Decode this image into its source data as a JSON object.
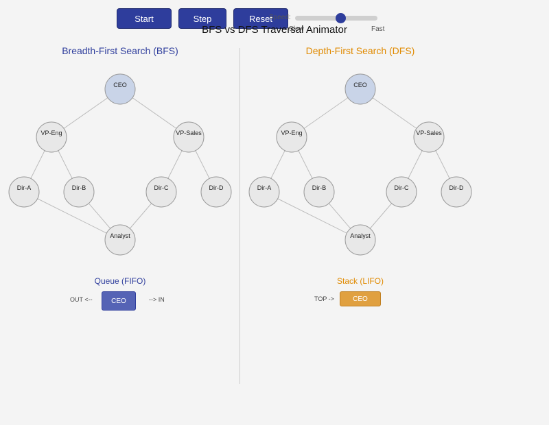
{
  "controls": {
    "start_label": "Start",
    "step_label": "Step",
    "reset_label": "Reset",
    "speed_label": "Speed:",
    "slow_label": "Slow",
    "fast_label": "Fast",
    "speed_value": 0.55
  },
  "title": "BFS vs DFS Traversal Animator",
  "colors": {
    "accent_blue": "#2e3d9c",
    "accent_orange": "#e08a00",
    "node_default": "#e8e8e8",
    "node_current": "#c9d4e8",
    "queue_chip": "#5563b5",
    "stack_chip": "#e0a040"
  },
  "graph": {
    "nodes": [
      "CEO",
      "VP-Eng",
      "VP-Sales",
      "Dir-A",
      "Dir-B",
      "Dir-C",
      "Dir-D",
      "Analyst"
    ],
    "edges": [
      [
        "CEO",
        "VP-Eng"
      ],
      [
        "CEO",
        "VP-Sales"
      ],
      [
        "VP-Eng",
        "Dir-A"
      ],
      [
        "VP-Eng",
        "Dir-B"
      ],
      [
        "VP-Sales",
        "Dir-C"
      ],
      [
        "VP-Sales",
        "Dir-D"
      ],
      [
        "Dir-A",
        "Analyst"
      ],
      [
        "Dir-B",
        "Analyst"
      ],
      [
        "Dir-C",
        "Analyst"
      ]
    ],
    "current": "CEO"
  },
  "bfs": {
    "heading": "Breadth-First Search (BFS)",
    "structure_title": "Queue (FIFO)",
    "out_label": "OUT <--",
    "in_label": "--> IN",
    "items": [
      "CEO"
    ]
  },
  "dfs": {
    "heading": "Depth-First Search (DFS)",
    "structure_title": "Stack (LIFO)",
    "top_label": "TOP ->",
    "items": [
      "CEO"
    ]
  }
}
